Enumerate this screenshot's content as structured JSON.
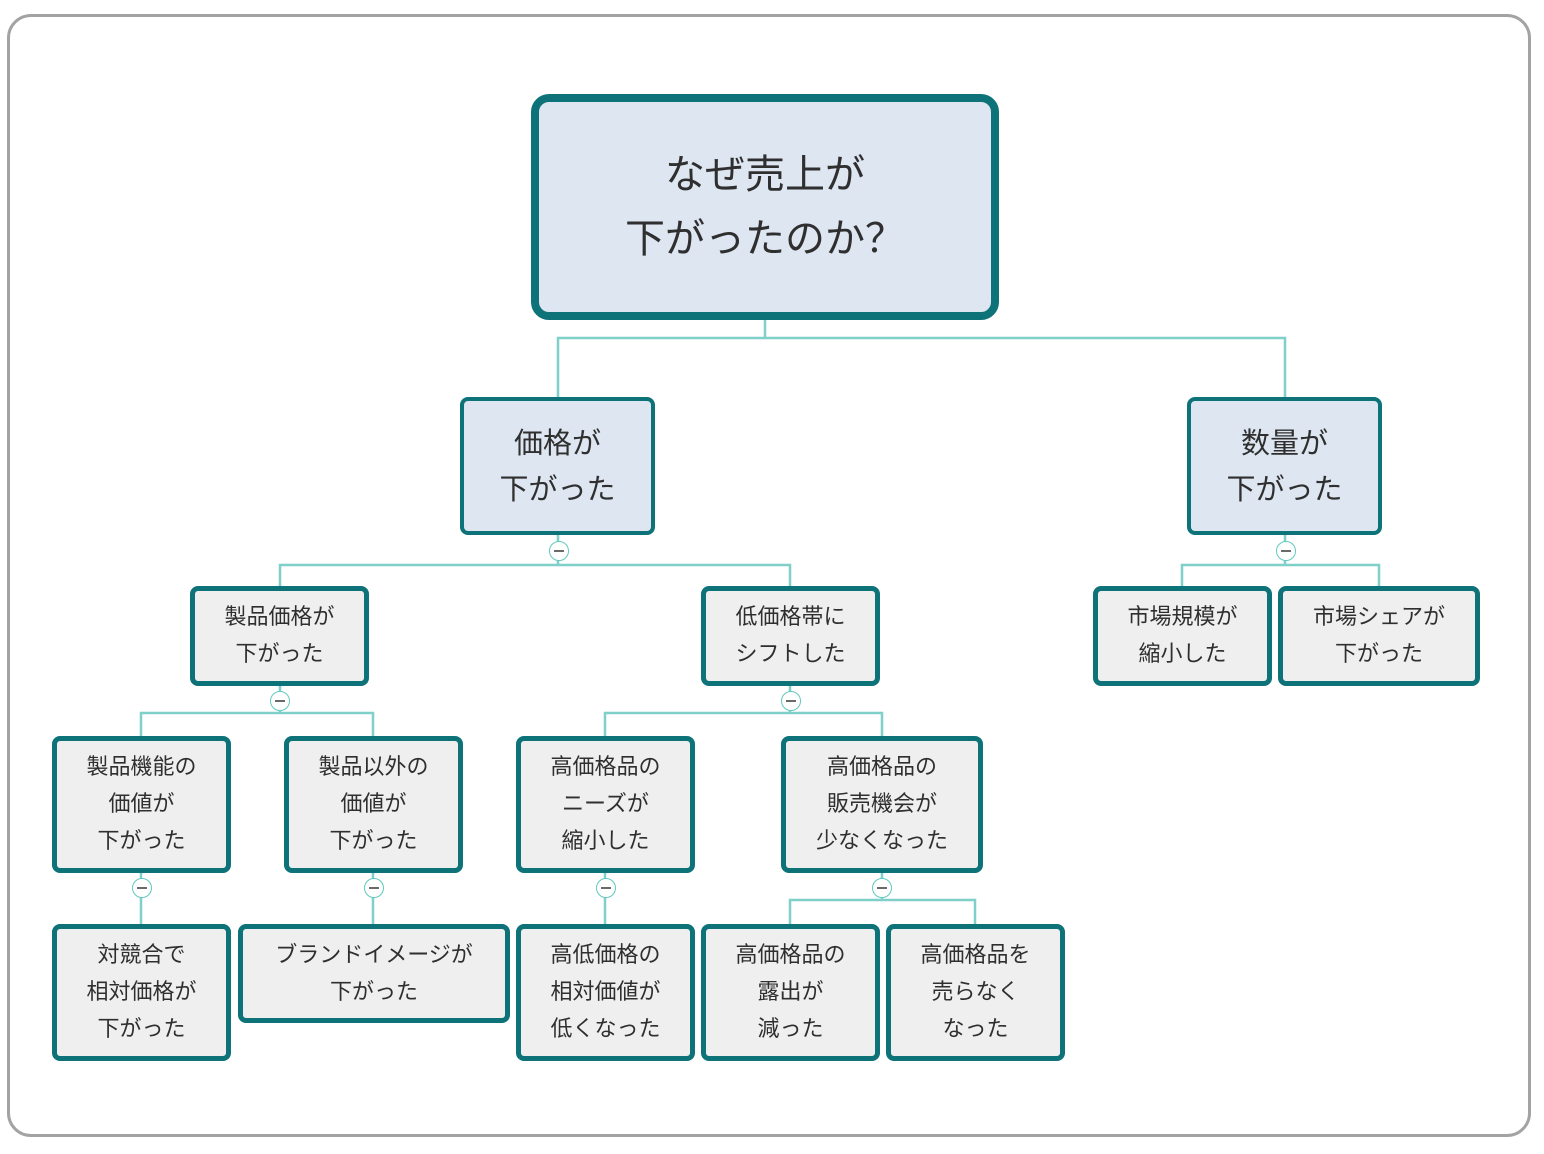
{
  "colors": {
    "node_border": "#0e7378",
    "connector": "#7fd0c8",
    "root_fill": "#dde6f1",
    "leaf_fill": "#efefef",
    "text": "#2f2f2f"
  },
  "icons": {
    "collapse": "minus-circle-icon"
  },
  "nodes": {
    "root": "なぜ売上が\n下がったのか？",
    "price": "価格が\n下がった",
    "quantity": "数量が\n下がった",
    "product_price": "製品価格が\n下がった",
    "low_price_shift": "低価格帯に\nシフトした",
    "market_shrink": "市場規模が\n縮小した",
    "market_share": "市場シェアが\n下がった",
    "function_value": "製品機能の\n価値が\n下がった",
    "non_product_value": "製品以外の\n価値が\n下がった",
    "high_needs": "高価格品の\nニーズが\n縮小した",
    "high_sales_opportunity": "高価格品の\n販売機会が\n少なくなった",
    "competitor_relative": "対競合で\n相対価格が\n下がった",
    "brand_image": "ブランドイメージが\n下がった",
    "relative_value": "高低価格の\n相対価値が\n低くなった",
    "exposure": "高価格品の\n露出が\n減った",
    "stop_selling": "高価格品を\n売らなく\nなった"
  }
}
